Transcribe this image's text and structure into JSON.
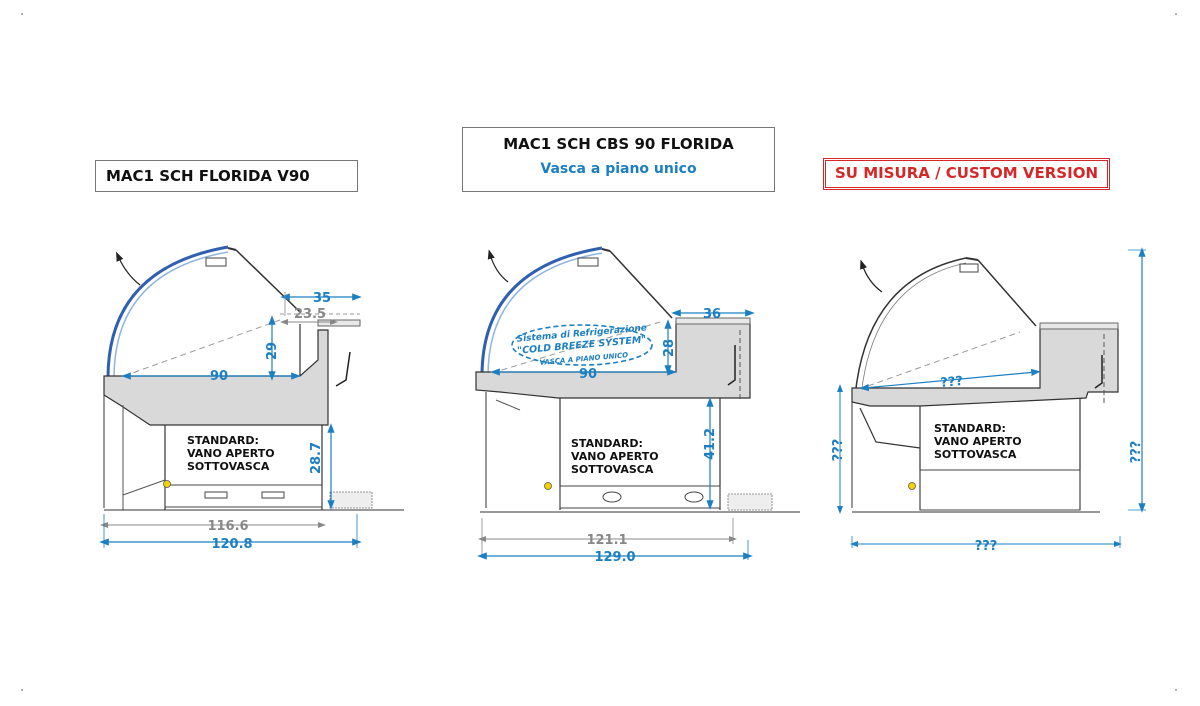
{
  "titles": {
    "left": "MAC1 SCH FLORIDA V90",
    "center_line1": "MAC1 SCH CBS 90 FLORIDA",
    "center_line2": "Vasca a piano unico",
    "right": "SU MISURA / CUSTOM VERSION"
  },
  "left_unit": {
    "dim_top": "35",
    "dim_top_gray": "23.5",
    "dim_glass_height": "29",
    "dim_depth": "90",
    "dim_under_height": "28.7",
    "dim_inner_width": "116.6",
    "dim_total_width": "120.8",
    "std_line1": "STANDARD:",
    "std_line2": "VANO APERTO",
    "std_line3": "SOTTOVASCA"
  },
  "center_unit": {
    "dim_top": "36",
    "dim_glass_height": "28",
    "dim_depth": "90",
    "dim_under_height": "41.2",
    "dim_inner_width": "121.1",
    "dim_total_width": "129.0",
    "cbs_line1": "Sistema di Refrigerazione",
    "cbs_line2": "\"COLD BREEZE SYSTEM\"",
    "cbs_line3": "VASCA A PIANO UNICO",
    "std_line1": "STANDARD:",
    "std_line2": "VANO APERTO",
    "std_line3": "SOTTOVASCA"
  },
  "right_unit": {
    "dim_depth": "???",
    "dim_left_height": "???",
    "dim_total_height": "???",
    "dim_total_width": "???",
    "std_line1": "STANDARD:",
    "std_line2": "VANO APERTO",
    "std_line3": "SOTTOVASCA"
  },
  "colors": {
    "dimension_blue": "#1b7fc1",
    "custom_red": "#d62728",
    "counter_gray": "#d9d9d9"
  }
}
